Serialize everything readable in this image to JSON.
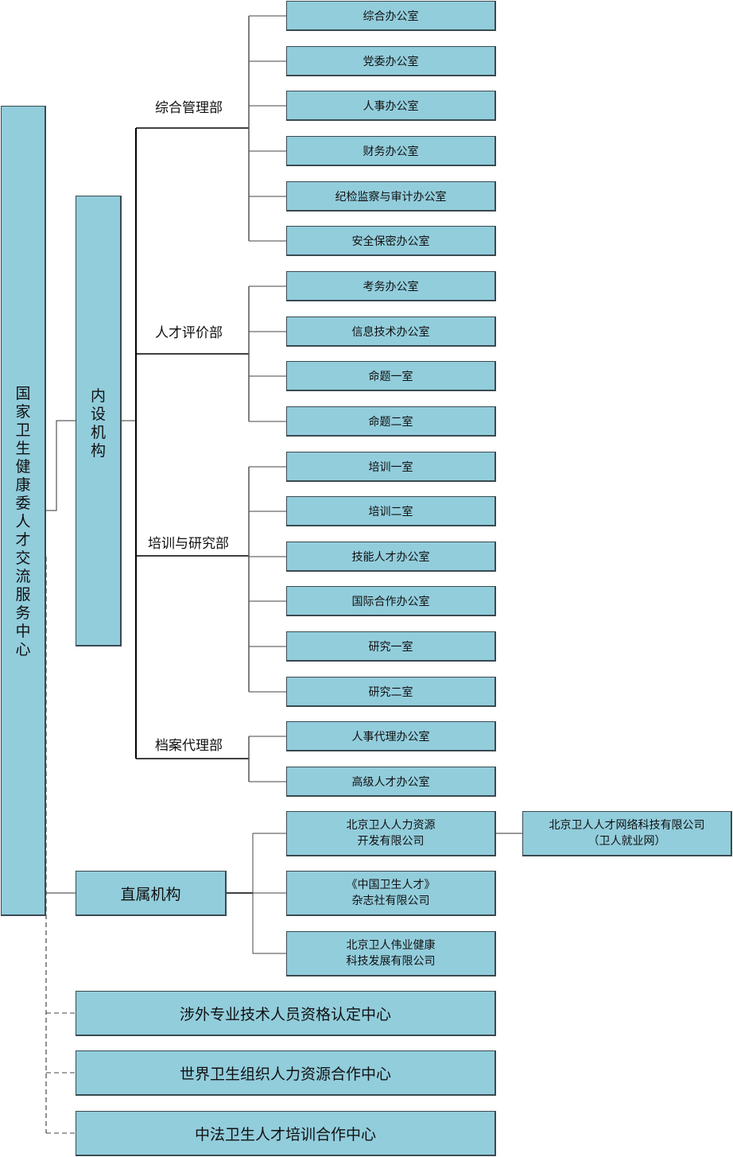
{
  "root": {
    "label": "国家卫生健康委人才交流服务中心"
  },
  "internal": {
    "label": "内设机构",
    "departments": [
      {
        "name": "综合管理部",
        "offices": [
          "综合办公室",
          "党委办公室",
          "人事办公室",
          "财务办公室",
          "纪检监察与审计办公室",
          "安全保密办公室"
        ]
      },
      {
        "name": "人才评价部",
        "offices": [
          "考务办公室",
          "信息技术办公室",
          "命题一室",
          "命题二室"
        ]
      },
      {
        "name": "培训与研究部",
        "offices": [
          "培训一室",
          "培训二室",
          "技能人才办公室",
          "国际合作办公室",
          "研究一室",
          "研究二室"
        ]
      },
      {
        "name": "档案代理部",
        "offices": [
          "人事代理办公室",
          "高级人才办公室"
        ]
      }
    ]
  },
  "direct": {
    "label": "直属机构",
    "companies": [
      "北京卫人人力资源\n开发有限公司",
      "《中国卫生人才》\n杂志社有限公司",
      "北京卫人伟业健康\n科技发展有限公司"
    ],
    "subsidiary": "北京卫人人才网络科技有限公司\n（卫人就业网）"
  },
  "affiliated": [
    "涉外专业技术人员资格认定中心",
    "世界卫生组织人力资源合作中心",
    "中法卫生人才培训合作中心"
  ],
  "colors": {
    "box_fill": "#92cddc",
    "box_border": "#3a4a50",
    "line": "#000000"
  }
}
